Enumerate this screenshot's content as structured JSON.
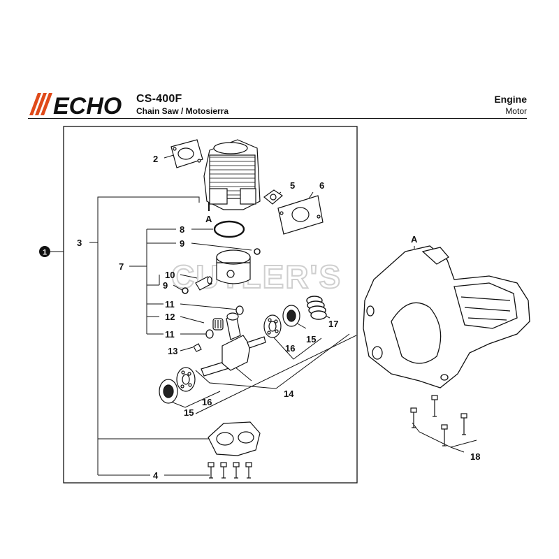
{
  "header": {
    "brand": "ECHO",
    "model": "CS-400F",
    "subtitle": "Chain Saw / Motosierra",
    "section_title": "Engine",
    "section_subtitle": "Motor"
  },
  "watermark": "CUTLER'S",
  "callouts": {
    "assembly": "1",
    "gasket": "2",
    "cylinder_assy": "3",
    "bolts_crankcase": "4",
    "gasket_5": "5",
    "insulator": "6",
    "piston_assy": "7",
    "piston_ring": "8",
    "circlip_upper": "9",
    "circlip_lower": "9",
    "piston_pin": "10",
    "washer_upper": "11",
    "washer_lower": "11",
    "needle_bearing": "12",
    "key": "13",
    "crankshaft": "14",
    "oil_seal_right": "15",
    "oil_seal_left": "15",
    "bearing_right": "16",
    "bearing_left": "16",
    "spring": "17",
    "bolts_crankcase_right": "18",
    "ref_a_cylinder": "A",
    "ref_a_crankcase": "A"
  }
}
